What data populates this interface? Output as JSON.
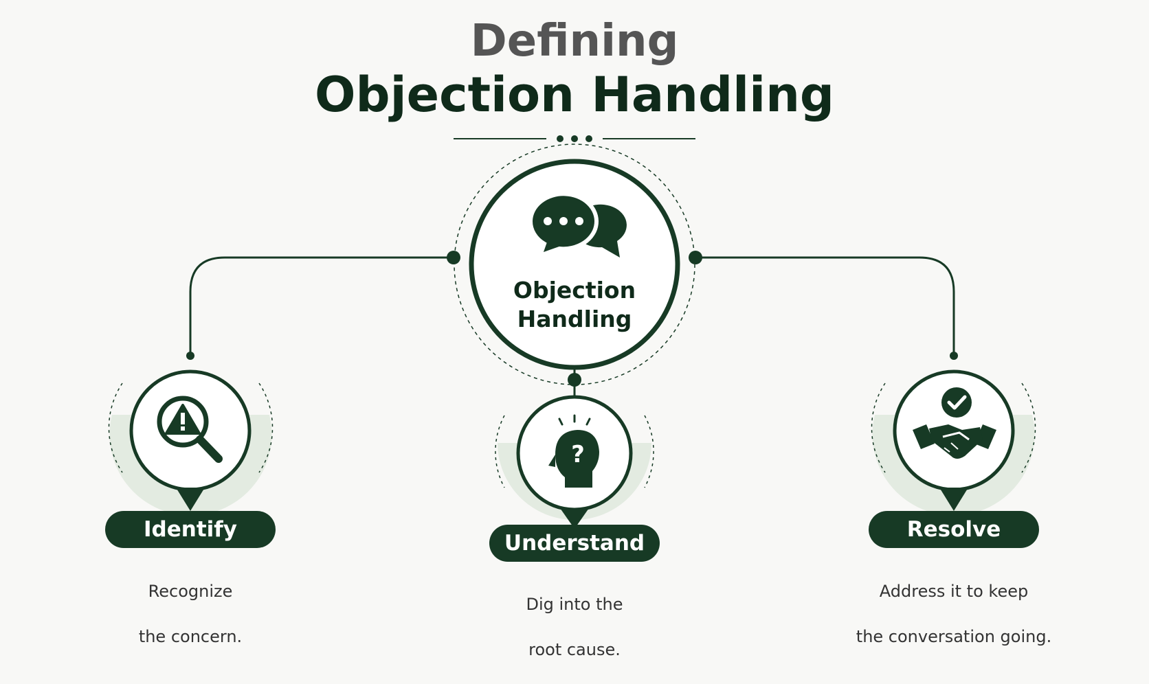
{
  "title": {
    "line1": "Defining",
    "line2": "Objection Handling"
  },
  "center": {
    "icon": "chat-bubbles-icon",
    "label_line1": "Objection",
    "label_line2": "Handling"
  },
  "steps": [
    {
      "icon": "search-warning-icon",
      "label": "Identify",
      "desc_line1": "Recognize",
      "desc_line2": "the concern."
    },
    {
      "icon": "head-question-icon",
      "label": "Understand",
      "desc_line1": "Dig into the",
      "desc_line2": "root cause."
    },
    {
      "icon": "handshake-check-icon",
      "label": "Resolve",
      "desc_line1": "Address it to keep",
      "desc_line2": "the conversation going."
    }
  ],
  "colors": {
    "primary": "#173a25",
    "dark": "#0f2a1a",
    "halo": "#e3ebe1",
    "title_gray": "#555555",
    "background": "#f8f8f6"
  }
}
